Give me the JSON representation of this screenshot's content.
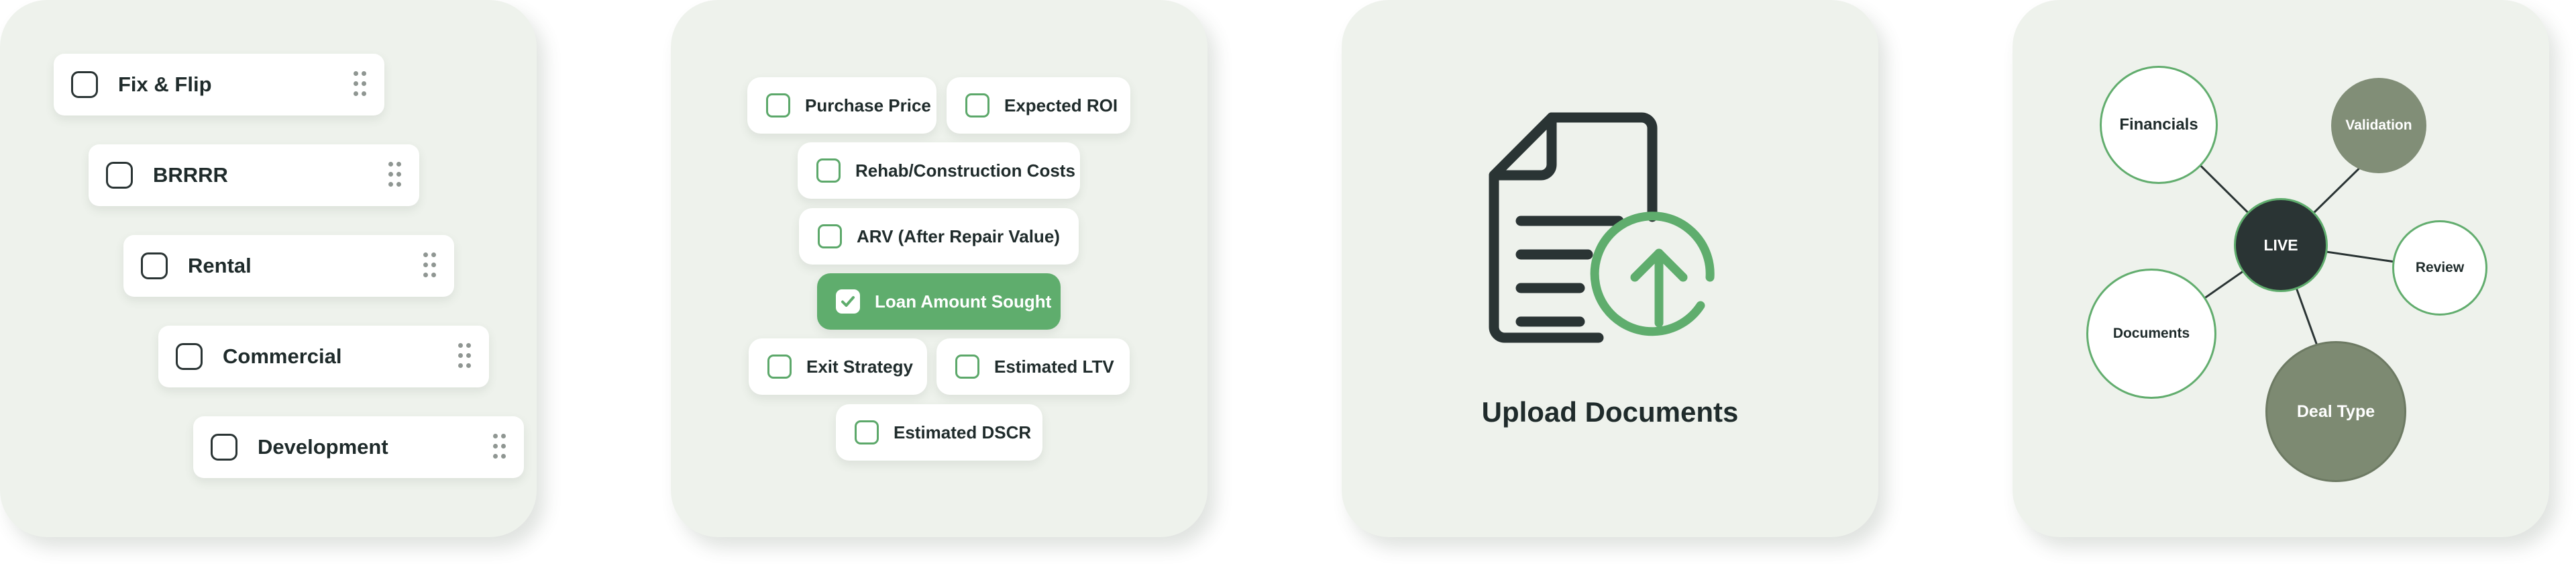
{
  "panel_strategy": {
    "items": [
      {
        "label": "Fix & Flip"
      },
      {
        "label": "BRRRR"
      },
      {
        "label": "Rental"
      },
      {
        "label": "Commercial"
      },
      {
        "label": "Development"
      }
    ]
  },
  "panel_fields": {
    "options": [
      {
        "label": "Purchase Price",
        "checked": false
      },
      {
        "label": "Expected ROI",
        "checked": false
      },
      {
        "label": "Rehab/Construction Costs",
        "checked": false
      },
      {
        "label": "ARV (After Repair Value)",
        "checked": false
      },
      {
        "label": "Loan Amount Sought",
        "checked": true
      },
      {
        "label": "Exit Strategy",
        "checked": false
      },
      {
        "label": "Estimated LTV",
        "checked": false
      },
      {
        "label": "Estimated DSCR",
        "checked": false
      }
    ]
  },
  "panel_upload": {
    "icon": "document-upload-icon",
    "label": "Upload Documents"
  },
  "panel_graph": {
    "center": "LIVE",
    "nodes": [
      {
        "label": "Financials"
      },
      {
        "label": "Validation"
      },
      {
        "label": "Review"
      },
      {
        "label": "Documents"
      },
      {
        "label": "Deal Type"
      }
    ]
  },
  "colors": {
    "panel_bg": "#eef2ec",
    "accent_green": "#5fad6d",
    "dark": "#2a3434",
    "olive": "#7d8a72",
    "olive_light": "#818e77"
  }
}
